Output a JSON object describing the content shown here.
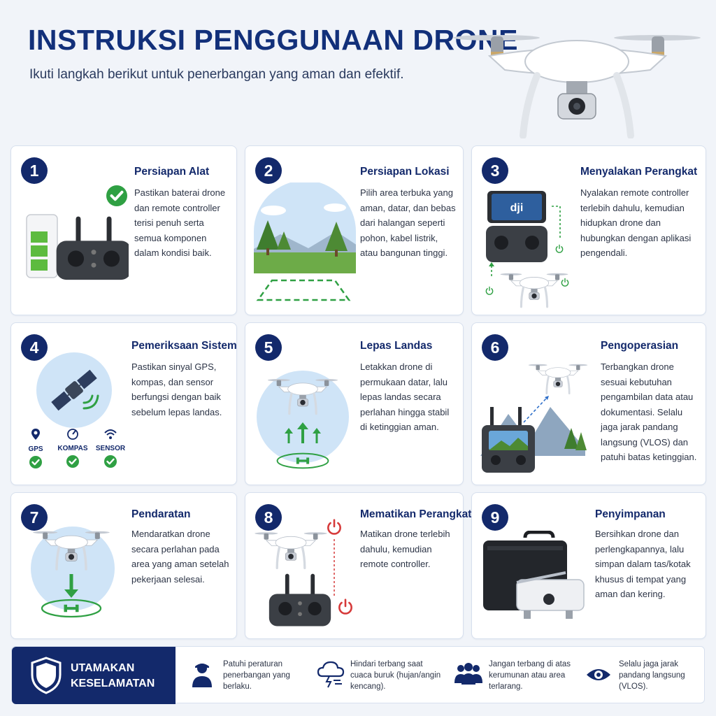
{
  "header": {
    "title": "INSTRUKSI PENGGUNAAN DRONE",
    "subtitle": "Ikuti langkah berikut untuk penerbangan yang aman dan efektif."
  },
  "steps": [
    {
      "number": "1",
      "title": "Persiapan Alat",
      "text": "Pastikan baterai drone dan remote controller terisi penuh serta semua komponen dalam kondisi baik.",
      "icon": "battery-controller-icon"
    },
    {
      "number": "2",
      "title": "Persiapan Lokasi",
      "text": "Pilih area terbuka yang aman, datar, dan bebas dari halangan seperti pohon, kabel listrik, atau bangunan tinggi.",
      "icon": "landscape-icon"
    },
    {
      "number": "3",
      "title": "Menyalakan Perangkat",
      "text": "Nyalakan remote controller terlebih dahulu, kemudian hidupkan drone dan hubungkan dengan aplikasi pengendali.",
      "icon": "controller-drone-icon",
      "screen_logo": "dji"
    },
    {
      "number": "4",
      "title": "Pemeriksaan Sistem",
      "text": "Pastikan sinyal GPS, kompas, dan sensor berfungsi dengan baik sebelum lepas landas.",
      "icon": "satellite-icon",
      "checks": [
        {
          "label": "GPS",
          "icon": "location-pin-icon"
        },
        {
          "label": "KOMPAS",
          "icon": "compass-icon"
        },
        {
          "label": "SENSOR",
          "icon": "wifi-icon"
        }
      ]
    },
    {
      "number": "5",
      "title": "Lepas Landas",
      "text": "Letakkan drone di permukaan datar, lalu lepas landas secara perlahan hingga stabil di ketinggian aman.",
      "icon": "takeoff-icon",
      "pad_letter": "H"
    },
    {
      "number": "6",
      "title": "Pengoperasian",
      "text": "Terbangkan drone sesuai kebutuhan pengambilan data atau dokumentasi. Selalu jaga jarak pandang langsung (VLOS) dan patuhi batas ketinggian.",
      "icon": "operation-icon"
    },
    {
      "number": "7",
      "title": "Pendaratan",
      "text": "Mendaratkan drone secara perlahan pada area yang aman setelah pekerjaan selesai.",
      "icon": "landing-icon",
      "pad_letter": "H"
    },
    {
      "number": "8",
      "title": "Mematikan Perangkat",
      "text": "Matikan drone terlebih dahulu, kemudian remote controller.",
      "icon": "power-off-icon"
    },
    {
      "number": "9",
      "title": "Penyimpanan",
      "text": "Bersihkan drone dan perlengkapannya, lalu simpan dalam tas/kotak khusus di tempat yang aman dan kering.",
      "icon": "storage-bag-icon"
    }
  ],
  "safety": {
    "title": "UTAMAKAN KESELAMATAN",
    "tips": [
      {
        "text": "Patuhi peraturan penerbangan yang berlaku.",
        "icon": "pilot-icon"
      },
      {
        "text": "Hindari terbang saat cuaca buruk (hujan/angin kencang).",
        "icon": "storm-cloud-icon"
      },
      {
        "text": "Jangan terbang di atas kerumunan atau area terlarang.",
        "icon": "crowd-icon"
      },
      {
        "text": "Selalu jaga jarak pandang langsung (VLOS).",
        "icon": "eye-icon"
      }
    ]
  },
  "colors": {
    "navy": "#13296b",
    "green": "#2fa043",
    "red": "#d63a3a",
    "sky": "#cfe4f7"
  }
}
